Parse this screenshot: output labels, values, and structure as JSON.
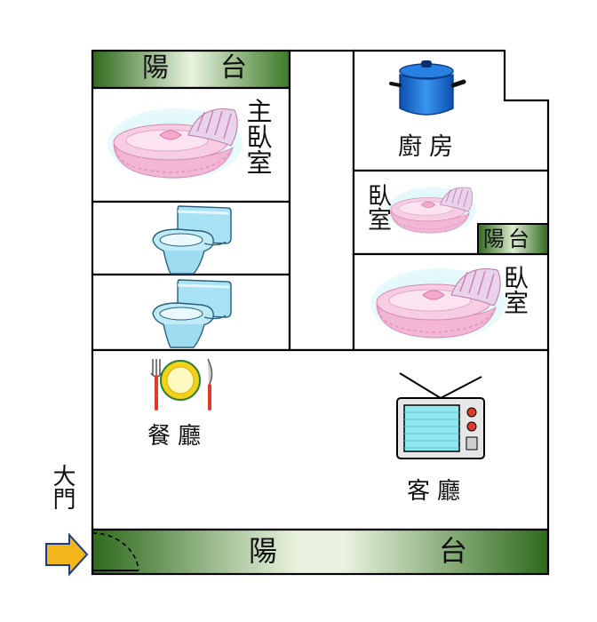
{
  "rooms": {
    "balcony_top": "陽　台",
    "master_bedroom": "主臥室",
    "kitchen": "廚房",
    "bedroom_middle": "臥室",
    "balcony_small": "陽台",
    "bedroom_lower": "臥室",
    "dining": "餐廳",
    "living": "客廳",
    "balcony_bottom_left": "陽",
    "balcony_bottom_right": "台",
    "main_door": "大門"
  },
  "icons": [
    "bed-icon",
    "toilet-icon",
    "pot-icon",
    "plate-icon",
    "tv-icon",
    "arrow-icon"
  ],
  "colors": {
    "balcony_dark": "#2e6a1c",
    "balcony_light": "#e9f3df",
    "wall": "#000000",
    "bed_pink": "#f2b8d8",
    "toilet_blue": "#8fd6f0",
    "pot_blue": "#1e73d6",
    "plate_yellow": "#f2d21a",
    "tv_screen": "#8fe8ef",
    "arrow_yellow": "#f2b61a"
  }
}
